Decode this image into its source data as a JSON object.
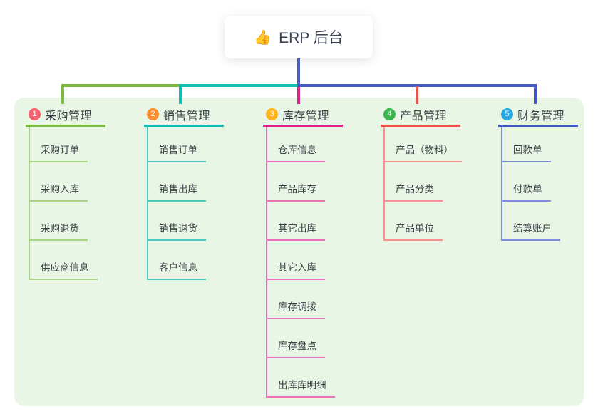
{
  "root": {
    "icon": "👍",
    "title": "ERP 后台"
  },
  "colors": {
    "root_line": "#4a5ec8",
    "panel_bg": "#e9f6e6",
    "card_bg": "#ffffff",
    "text": "#3a4045"
  },
  "branches": [
    {
      "num": "1",
      "label": "采购管理",
      "badge_color": "#f5616e",
      "line_color": "#7dbb40",
      "child_line_color": "#a9d487",
      "children": [
        "采购订单",
        "采购入库",
        "采购退货",
        "供应商信息"
      ]
    },
    {
      "num": "2",
      "label": "销售管理",
      "badge_color": "#f98c2b",
      "line_color": "#14bdb1",
      "child_line_color": "#4cc7bd",
      "children": [
        "销售订单",
        "销售出库",
        "销售退货",
        "客户信息"
      ]
    },
    {
      "num": "3",
      "label": "库存管理",
      "badge_color": "#fbb41d",
      "line_color": "#e0218a",
      "child_line_color": "#ec6fba",
      "children": [
        "仓库信息",
        "产品库存",
        "其它出库",
        "其它入库",
        "库存调拨",
        "库存盘点",
        "出库库明细"
      ]
    },
    {
      "num": "4",
      "label": "产品管理",
      "badge_color": "#3cb54e",
      "line_color": "#f2504d",
      "child_line_color": "#f59292",
      "children": [
        "产品（物料）",
        "产品分类",
        "产品单位"
      ]
    },
    {
      "num": "5",
      "label": "财务管理",
      "badge_color": "#2aa7e0",
      "line_color": "#4358c5",
      "child_line_color": "#7e8eda",
      "children": [
        "回款单",
        "付款单",
        "结算账户"
      ]
    }
  ]
}
